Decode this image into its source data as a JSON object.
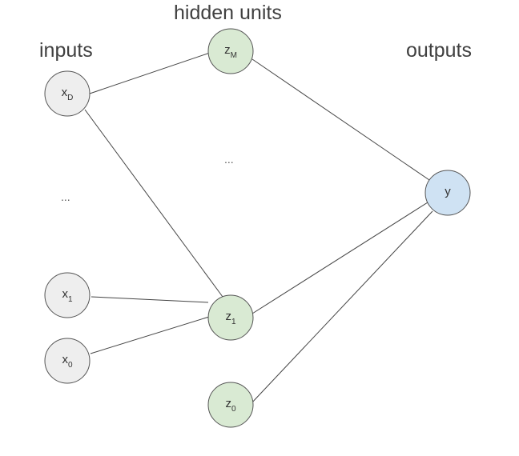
{
  "headings": {
    "inputs": "inputs",
    "hidden": "hidden units",
    "outputs": "outputs"
  },
  "ellipses": {
    "inputs": "...",
    "hidden": "..."
  },
  "colors": {
    "input_fill": "#eeeeee",
    "hidden_fill": "#d9ead3",
    "output_fill": "#cfe2f3",
    "edge": "#444444"
  },
  "nodes": {
    "xD": {
      "base": "x",
      "sub": "D"
    },
    "x1": {
      "base": "x",
      "sub": "1"
    },
    "x0": {
      "base": "x",
      "sub": "0"
    },
    "zM": {
      "base": "z",
      "sub": "M"
    },
    "z1": {
      "base": "z",
      "sub": "1"
    },
    "z0": {
      "base": "z",
      "sub": "0"
    },
    "y": {
      "base": "y",
      "sub": ""
    }
  }
}
